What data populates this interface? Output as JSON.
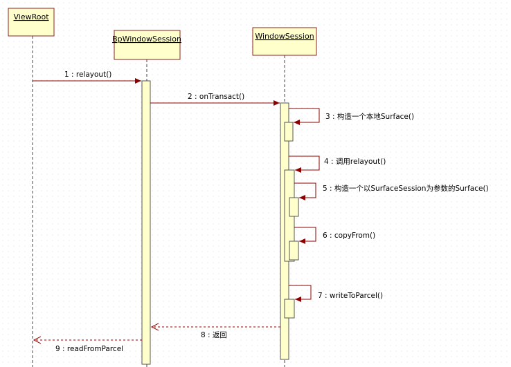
{
  "participants": [
    {
      "id": "viewroot",
      "name": "ViewRoot"
    },
    {
      "id": "bpwindowsession",
      "name": "BpWindowSession"
    },
    {
      "id": "windowsession",
      "name": "WindowSession"
    }
  ],
  "messages": [
    {
      "id": "m1",
      "label": "1 : relayout()",
      "kind": "call"
    },
    {
      "id": "m2",
      "label": "2 : onTransact()",
      "kind": "call"
    },
    {
      "id": "m3",
      "label": "3 : 构造一个本地Surface()",
      "kind": "self"
    },
    {
      "id": "m4",
      "label": "4 : 调用relayout()",
      "kind": "self"
    },
    {
      "id": "m5",
      "label": "5 : 构造一个以SurfaceSession为参数的Surface()",
      "kind": "self"
    },
    {
      "id": "m6",
      "label": "6 : copyFrom()",
      "kind": "self"
    },
    {
      "id": "m7",
      "label": "7 : writeToParcel()",
      "kind": "self"
    },
    {
      "id": "m8",
      "label": "8 : 返回",
      "kind": "return"
    },
    {
      "id": "m9",
      "label": "9 : readFromParcel",
      "kind": "return"
    }
  ],
  "colors": {
    "box_fill": "#ffffcc",
    "box_stroke": "#8b2222",
    "activation_stroke": "#555555",
    "message_line": "#8b0000",
    "lifeline": "#444444"
  }
}
